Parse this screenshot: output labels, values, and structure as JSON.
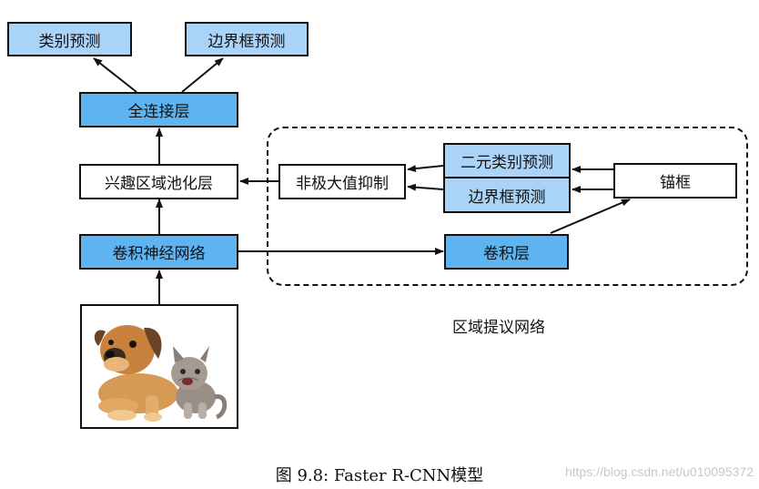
{
  "nodes": {
    "class_pred": "类别预测",
    "bbox_pred_top": "边界框预测",
    "fc": "全连接层",
    "roi_pool": "兴趣区域池化层",
    "cnn": "卷积神经网络",
    "nms": "非极大值抑制",
    "binary_class": "二元类别预测",
    "bbox_pred_rpn": "边界框预测",
    "anchor": "锚框",
    "conv": "卷积层"
  },
  "region_label": "区域提议网络",
  "caption": "图 9.8: Faster R-CNN模型",
  "watermark": "https://blog.csdn.net/u010095372",
  "colors": {
    "light_blue": "#aad4f7",
    "blue": "#5db4f0",
    "border": "#111111"
  }
}
